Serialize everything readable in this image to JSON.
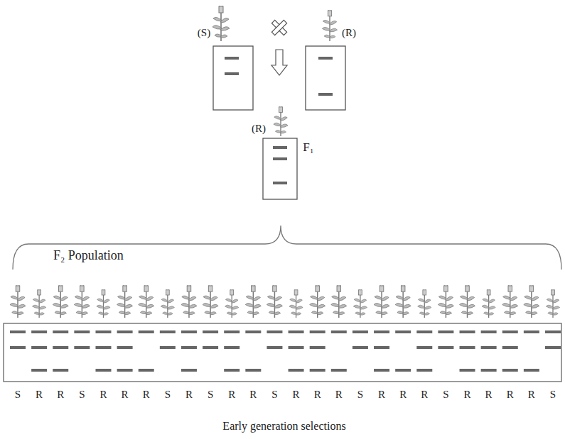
{
  "diagram": {
    "labels": [
      "(S)",
      "(R)",
      "(R)",
      "F₁",
      "F₂ Population",
      "S",
      "R",
      "R",
      "S",
      "R",
      "R",
      "R",
      "S",
      "R",
      "S",
      "R",
      "R",
      "S",
      "R",
      "R",
      "R",
      "S",
      "R",
      "R",
      "R",
      "S",
      "R",
      "R",
      "R",
      "R",
      "S",
      "Early generation selections"
    ]
  }
}
